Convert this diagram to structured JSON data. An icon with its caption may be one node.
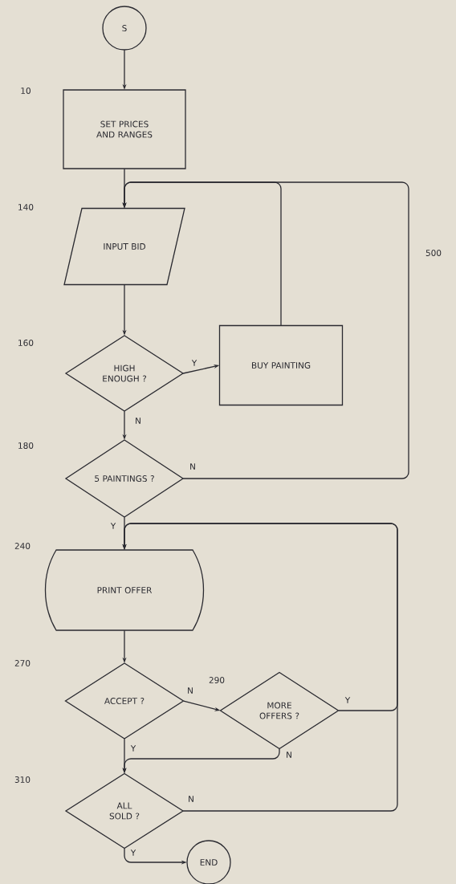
{
  "diagram": {
    "nodes": [
      {
        "text": [
          "S"
        ]
      },
      {
        "text": [
          "SET PRICES AND RANGES"
        ]
      },
      {
        "text": [
          "INPUT BID"
        ]
      },
      {
        "text": [
          "HIGH ENOUGH ?"
        ]
      },
      {
        "text": [
          "BUY PAINTING"
        ]
      },
      {
        "text": [
          "5 PAINTINGS ?"
        ]
      },
      {
        "text": [
          "PRINT OFFER"
        ]
      },
      {
        "text": [
          "ACCEPT ?"
        ]
      },
      {
        "text": [
          "MORE OFFERS ?"
        ]
      },
      {
        "text": [
          "ALL SOLD ?"
        ]
      },
      {
        "text": [
          "END"
        ]
      }
    ],
    "edges": [
      {
        "from": 0,
        "to": 1,
        "arrow": "to"
      },
      {
        "from": 1,
        "to": 2,
        "arrow": "to"
      },
      {
        "from": 4,
        "to": 2,
        "arrow": "to"
      },
      {
        "from": 5,
        "to": 2,
        "arrow": "to",
        "label": "N"
      },
      {
        "from": 2,
        "to": 3,
        "arrow": "to"
      },
      {
        "from": 3,
        "to": 4,
        "arrow": "to",
        "label": "Y"
      },
      {
        "from": 3,
        "to": 5,
        "arrow": "to",
        "label": "N"
      },
      {
        "from": 5,
        "to": 6,
        "arrow": "to",
        "label": "Y"
      },
      {
        "from": 6,
        "to": 7,
        "arrow": "to"
      },
      {
        "from": 7,
        "to": 8,
        "arrow": "to",
        "label": "N"
      },
      {
        "from": 7,
        "to": 9,
        "arrow": "to",
        "label": "Y"
      },
      {
        "from": 8,
        "to": 9,
        "arrow": "to",
        "label": "N"
      },
      {
        "from": 8,
        "to": 6,
        "arrow": "to",
        "label": "Y"
      },
      {
        "from": 9,
        "to": 6,
        "arrow": "to",
        "label": "N"
      },
      {
        "from": 9,
        "to": 10,
        "arrow": "to",
        "label": "Y"
      }
    ],
    "labels": [
      "10",
      "140",
      "500",
      "160",
      "180",
      "240",
      "270",
      "290",
      "310"
    ]
  }
}
